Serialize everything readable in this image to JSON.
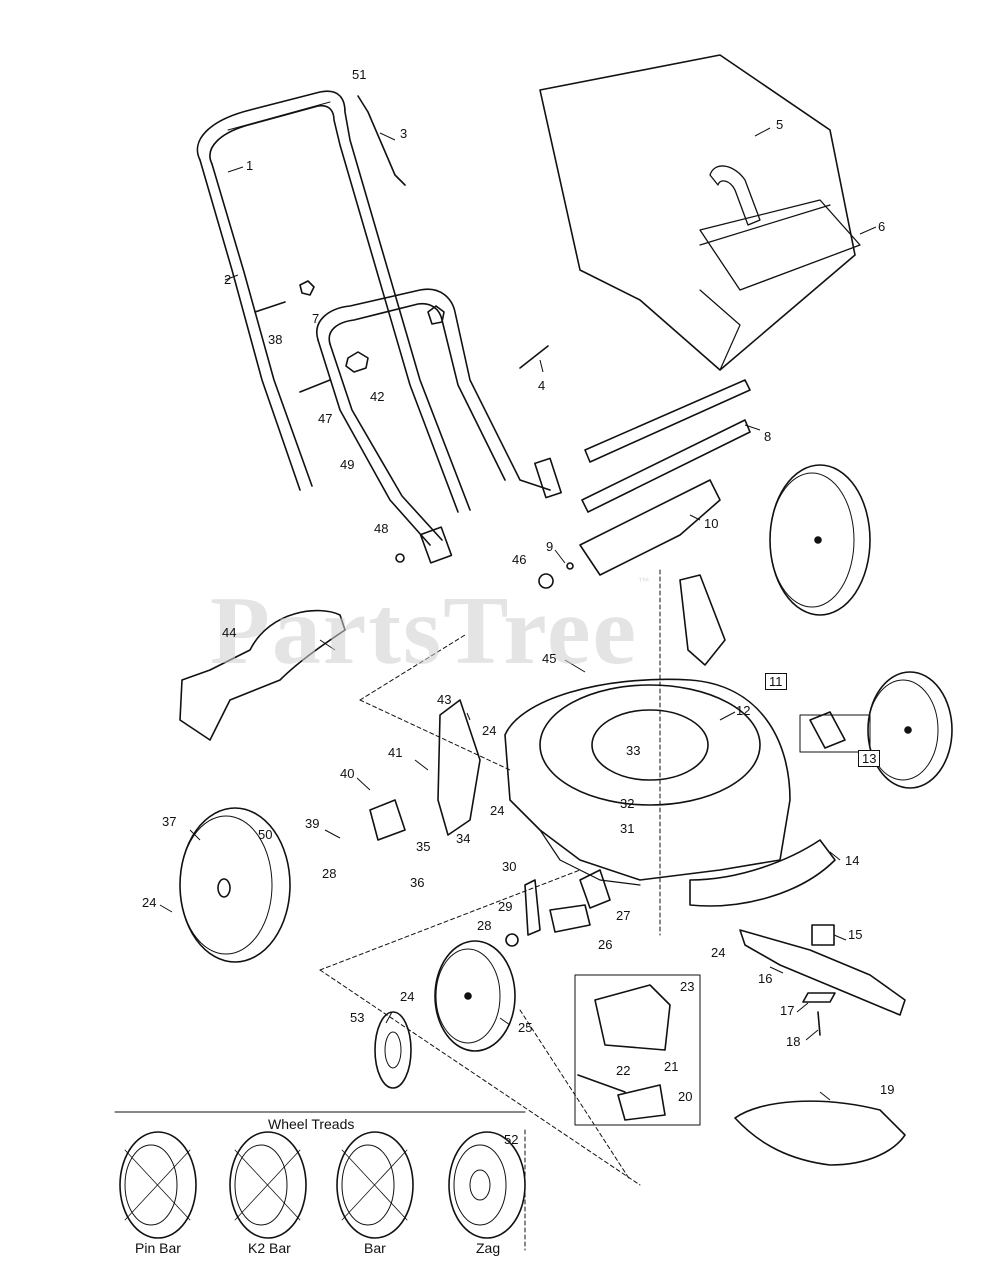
{
  "watermark": {
    "text": "PartsTree",
    "mark": "™"
  },
  "callouts": [
    {
      "id": "1",
      "text": "1"
    },
    {
      "id": "2",
      "text": "2"
    },
    {
      "id": "3",
      "text": "3"
    },
    {
      "id": "4",
      "text": "4"
    },
    {
      "id": "5",
      "text": "5"
    },
    {
      "id": "6",
      "text": "6"
    },
    {
      "id": "7",
      "text": "7"
    },
    {
      "id": "8",
      "text": "8"
    },
    {
      "id": "9",
      "text": "9"
    },
    {
      "id": "10",
      "text": "10"
    },
    {
      "id": "11",
      "text": "11"
    },
    {
      "id": "12",
      "text": "12"
    },
    {
      "id": "13",
      "text": "13"
    },
    {
      "id": "14",
      "text": "14"
    },
    {
      "id": "15",
      "text": "15"
    },
    {
      "id": "16",
      "text": "16"
    },
    {
      "id": "17",
      "text": "17"
    },
    {
      "id": "18",
      "text": "18"
    },
    {
      "id": "19",
      "text": "19"
    },
    {
      "id": "20",
      "text": "20"
    },
    {
      "id": "21",
      "text": "21"
    },
    {
      "id": "22",
      "text": "22"
    },
    {
      "id": "23",
      "text": "23"
    },
    {
      "id": "24a",
      "text": "24"
    },
    {
      "id": "24b",
      "text": "24"
    },
    {
      "id": "24c",
      "text": "24"
    },
    {
      "id": "24d",
      "text": "24"
    },
    {
      "id": "24e",
      "text": "24"
    },
    {
      "id": "25",
      "text": "25"
    },
    {
      "id": "26",
      "text": "26"
    },
    {
      "id": "27",
      "text": "27"
    },
    {
      "id": "28a",
      "text": "28"
    },
    {
      "id": "28b",
      "text": "28"
    },
    {
      "id": "29",
      "text": "29"
    },
    {
      "id": "30",
      "text": "30"
    },
    {
      "id": "31",
      "text": "31"
    },
    {
      "id": "32",
      "text": "32"
    },
    {
      "id": "33",
      "text": "33"
    },
    {
      "id": "34",
      "text": "34"
    },
    {
      "id": "35",
      "text": "35"
    },
    {
      "id": "36",
      "text": "36"
    },
    {
      "id": "37",
      "text": "37"
    },
    {
      "id": "38",
      "text": "38"
    },
    {
      "id": "39",
      "text": "39"
    },
    {
      "id": "40",
      "text": "40"
    },
    {
      "id": "41",
      "text": "41"
    },
    {
      "id": "42",
      "text": "42"
    },
    {
      "id": "43",
      "text": "43"
    },
    {
      "id": "44",
      "text": "44"
    },
    {
      "id": "45",
      "text": "45"
    },
    {
      "id": "46",
      "text": "46"
    },
    {
      "id": "47",
      "text": "47"
    },
    {
      "id": "48",
      "text": "48"
    },
    {
      "id": "49",
      "text": "49"
    },
    {
      "id": "50",
      "text": "50"
    },
    {
      "id": "51",
      "text": "51"
    },
    {
      "id": "52",
      "text": "52"
    },
    {
      "id": "53",
      "text": "53"
    }
  ],
  "wheel_treads": {
    "title": "Wheel Treads",
    "items": [
      {
        "label": "Pin Bar"
      },
      {
        "label": "K2 Bar"
      },
      {
        "label": "Bar"
      },
      {
        "label": "Zag"
      }
    ]
  }
}
